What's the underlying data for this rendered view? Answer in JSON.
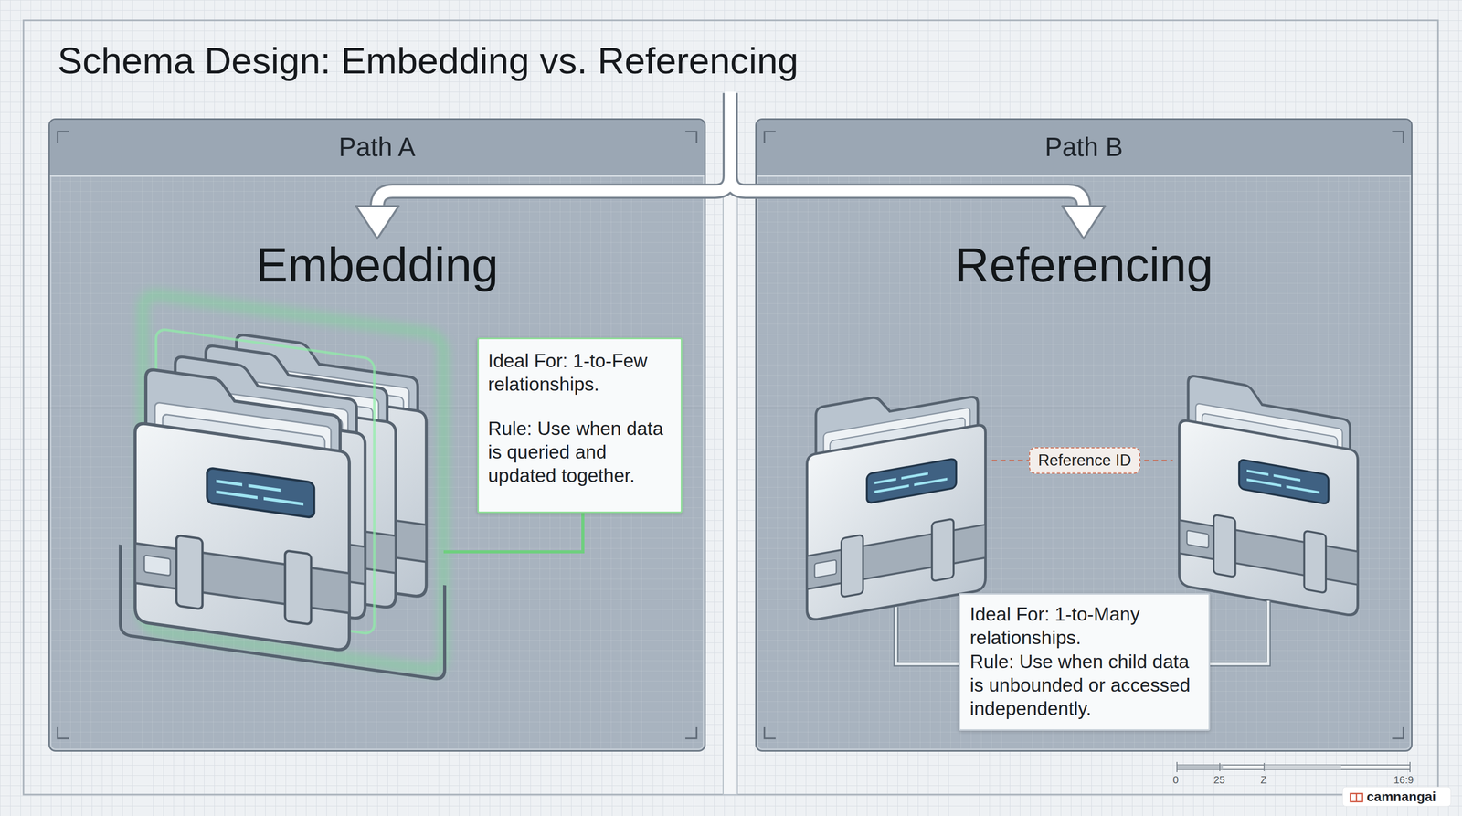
{
  "diagram": {
    "title": "Schema Design: Embedding vs. Referencing",
    "nodes": [
      {
        "text": [
          "Path A",
          "Embedding"
        ]
      },
      {
        "text": [
          "Ideal For: 1-to-Few relationships.",
          "Rule: Use when data is queried and updated together."
        ],
        "in": 0
      },
      {
        "text": [
          "Path B",
          "Referencing"
        ]
      },
      {
        "text": [
          "Reference ID"
        ],
        "in": 2
      },
      {
        "text": [
          "Ideal For: 1-to-Many relationships.",
          "Rule: Use when child data is unbounded or accessed independently."
        ],
        "in": 2
      }
    ],
    "labels": [
      "0",
      "25",
      "Z",
      "16:9",
      "camnangai"
    ]
  }
}
